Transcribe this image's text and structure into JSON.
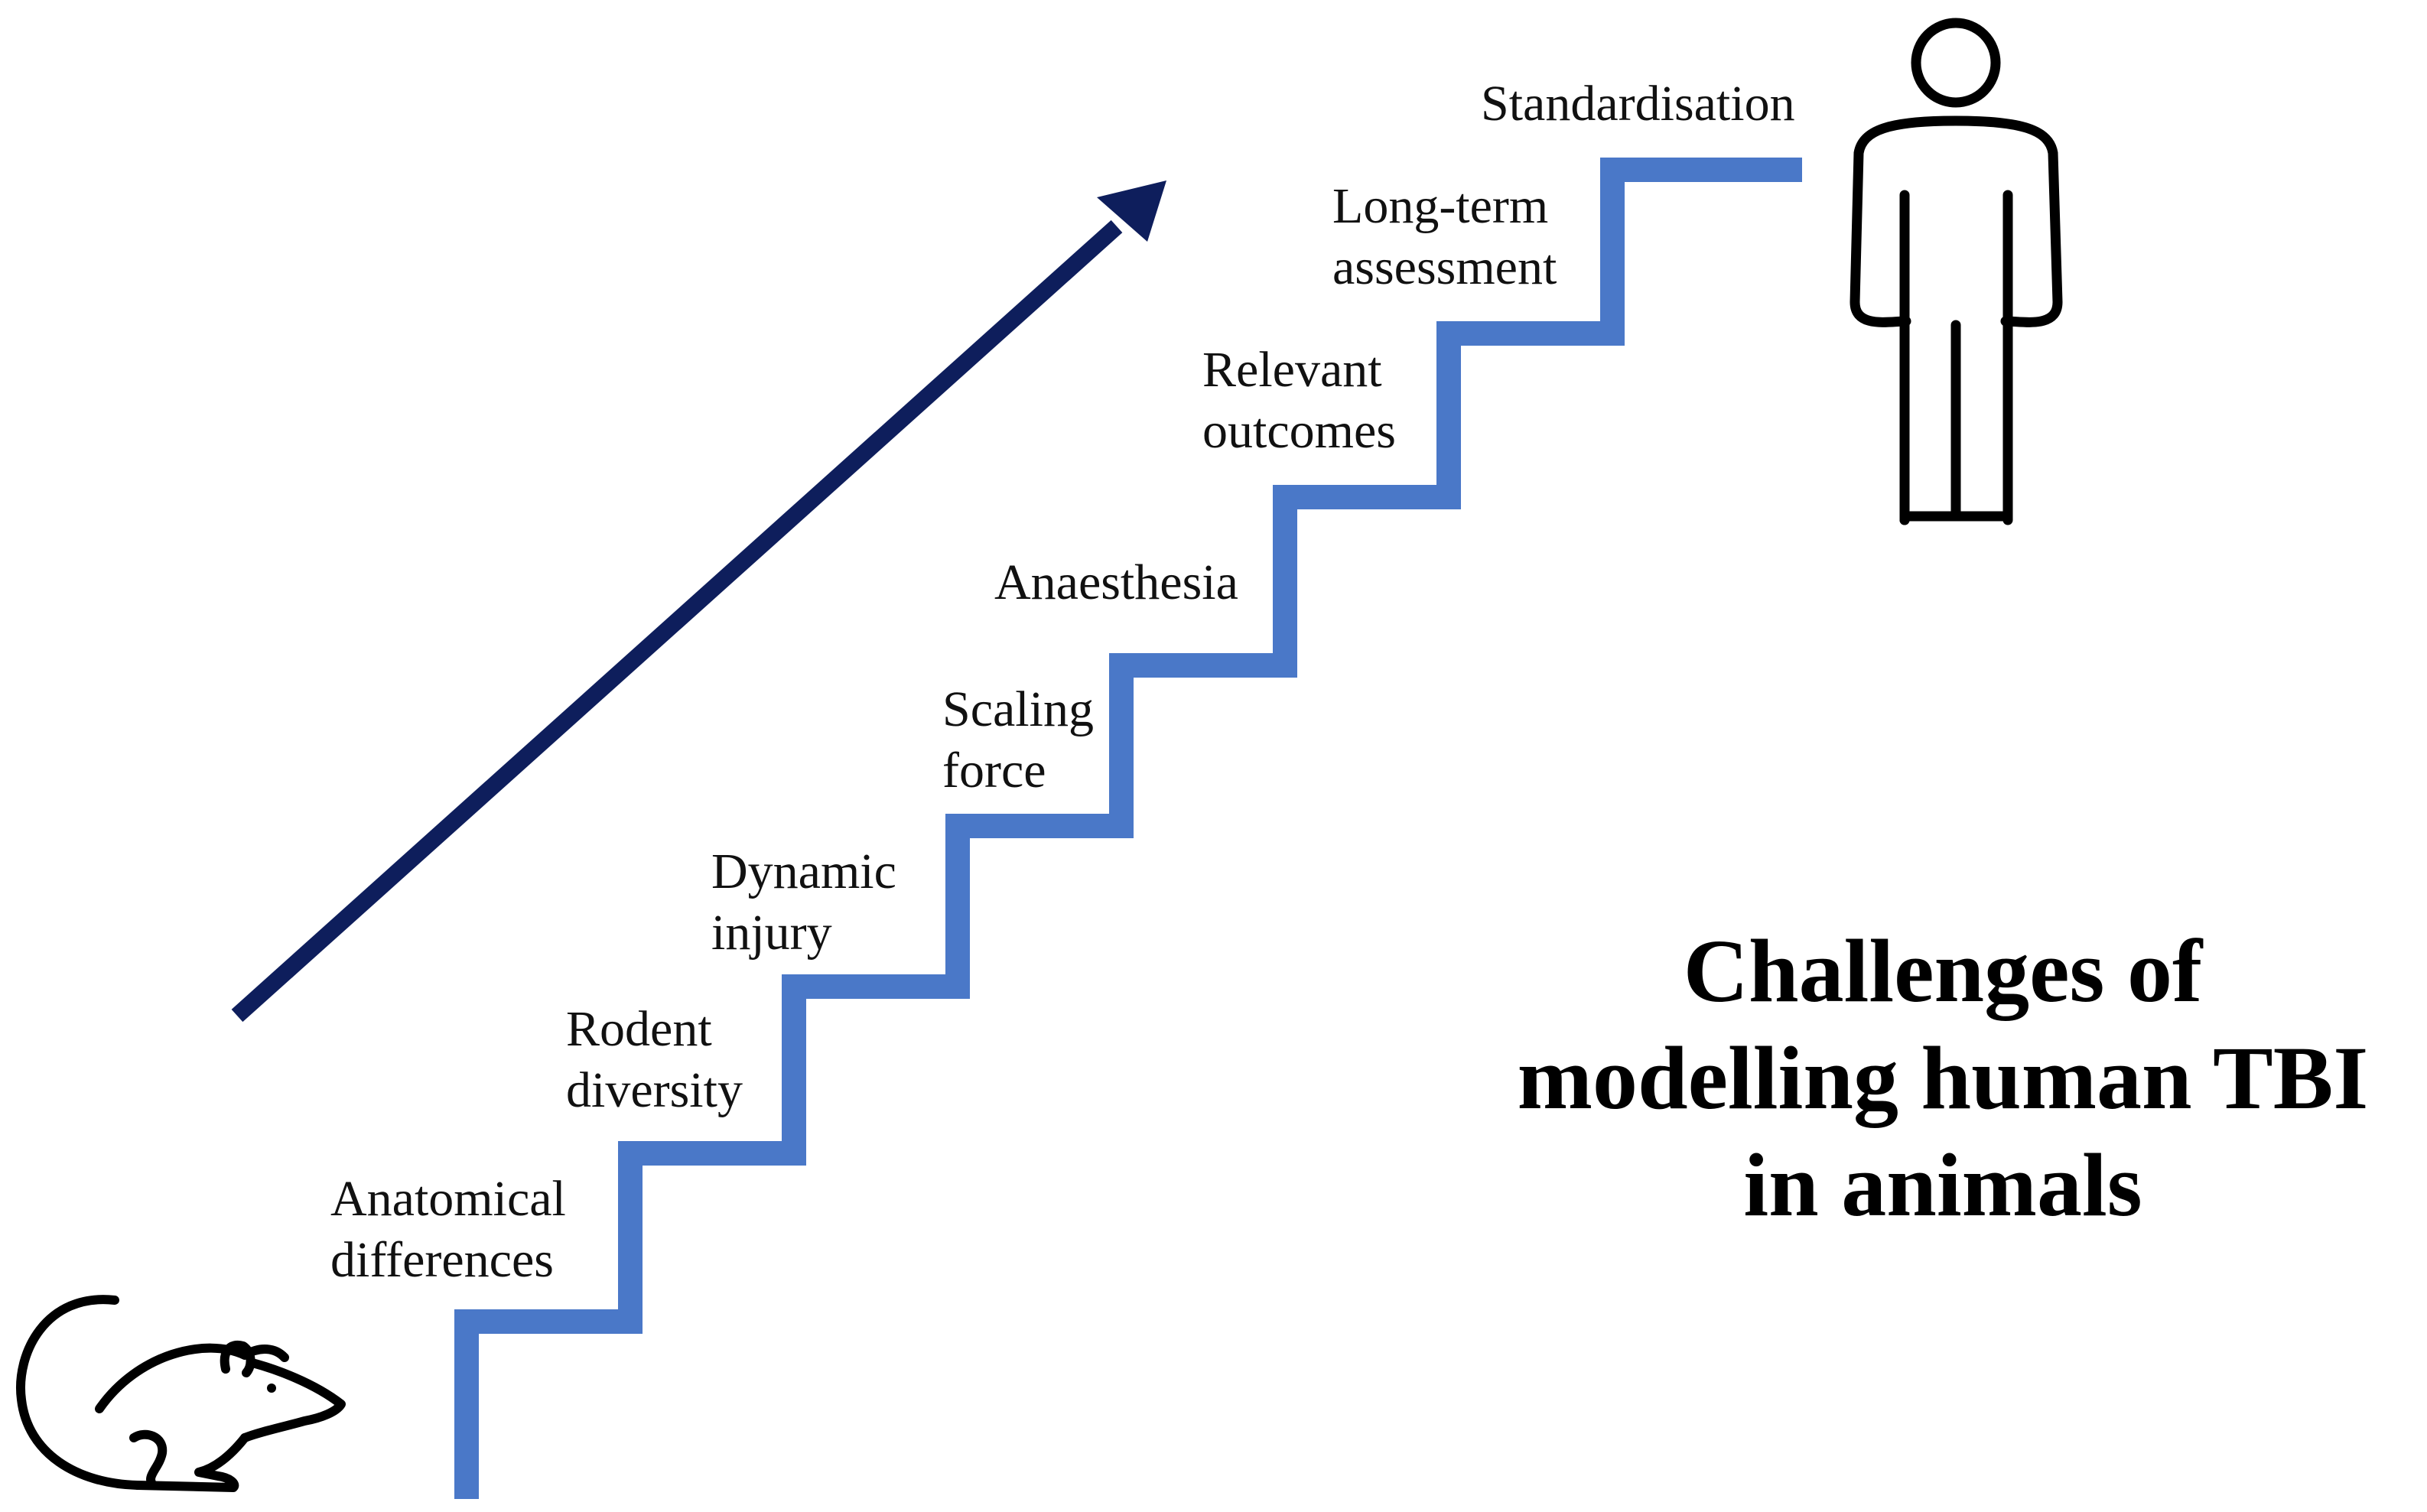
{
  "title": {
    "line1": "Challenges of",
    "line2": "modelling human TBI",
    "line3": "in animals"
  },
  "steps": [
    {
      "lines": [
        "Anatomical",
        "differences"
      ]
    },
    {
      "lines": [
        "Rodent",
        "diversity"
      ]
    },
    {
      "lines": [
        "Dynamic",
        "injury"
      ]
    },
    {
      "lines": [
        "Scaling",
        "force"
      ]
    },
    {
      "lines": [
        "Anaesthesia"
      ]
    },
    {
      "lines": [
        "Relevant",
        "outcomes"
      ]
    },
    {
      "lines": [
        "Long-term",
        "assessment"
      ]
    },
    {
      "lines": [
        "Standardisation"
      ]
    }
  ],
  "icons": {
    "start": "rodent-icon",
    "end": "human-figure-icon",
    "direction": "arrow-up-right-icon"
  },
  "colors": {
    "staircase": "#4A78C8",
    "arrow": "#0E1E5C",
    "icon_stroke": "#000000"
  }
}
